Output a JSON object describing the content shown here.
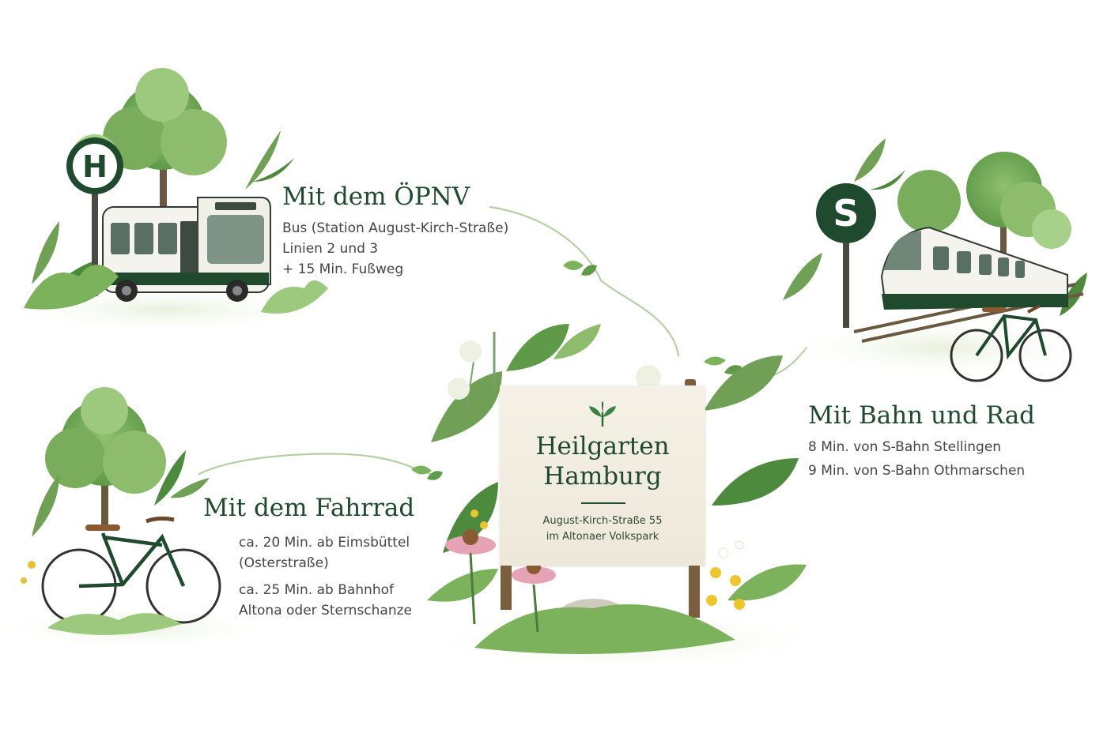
{
  "oepnv": {
    "title": "Mit dem ÖPNV",
    "lines": [
      "Bus (Station August-Kirch-Straße)",
      "Linien 2 und 3",
      "+ 15 Min. Fußweg"
    ],
    "sign_letter": "H"
  },
  "bahn_rad": {
    "title": "Mit Bahn und Rad",
    "lines": [
      "8 Min. von S-Bahn Stellingen",
      "9 Min. von S-Bahn Othmarschen"
    ],
    "sign_letter": "S"
  },
  "fahrrad": {
    "title": "Mit dem Fahrrad",
    "lines": [
      "ca. 20 Min. ab Eimsbüttel",
      "(Osterstraße)",
      "ca. 25 Min. ab Bahnhof",
      "Altona oder Sternschanze"
    ]
  },
  "center": {
    "title_line1": "Heilgarten",
    "title_line2": "Hamburg",
    "address_line1": "August-Kirch-Straße 55",
    "address_line2": "im Altonaer Volkspark"
  },
  "colors": {
    "brand_green": "#1f4a2d",
    "leaf_green": "#6fa055",
    "light_leaf": "#a9cf8a",
    "sign_paper": "#f2eee2"
  }
}
